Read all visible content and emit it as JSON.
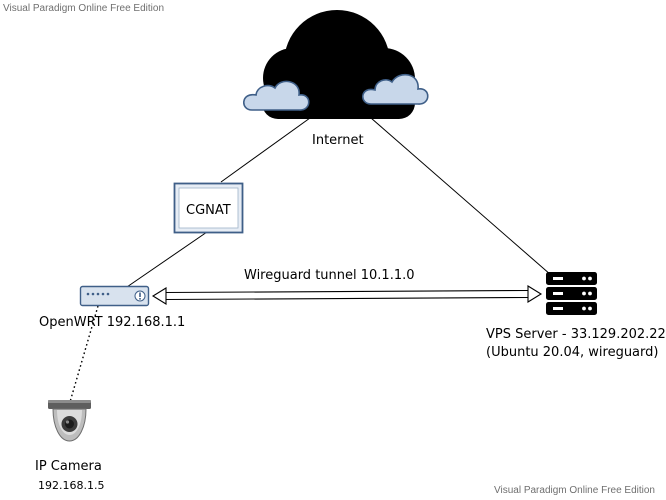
{
  "watermark": {
    "top": "Visual Paradigm Online Free Edition",
    "bottom": "Visual Paradigm Online Free Edition"
  },
  "nodes": {
    "internet": {
      "label": "Internet",
      "icon": "cloud-icon"
    },
    "cgnat": {
      "label": "CGNAT"
    },
    "openwrt": {
      "label": "OpenWRT 192.168.1.1",
      "icon": "router-icon"
    },
    "vps": {
      "label_line1": "VPS Server - 33.129.202.22",
      "label_line2": "(Ubuntu 20.04, wireguard)",
      "icon": "server-icon"
    },
    "camera": {
      "label": "IP Camera",
      "ip": "192.168.1.5",
      "icon": "camera-icon"
    }
  },
  "edges": {
    "tunnel": {
      "label": "Wireguard tunnel 10.1.1.0"
    }
  },
  "colors": {
    "small_cloud_fill": "#c8d7ea",
    "small_cloud_stroke": "#3f5f88",
    "cgnat_border": "#3f5f88",
    "router_fill": "#d8e2ee"
  }
}
